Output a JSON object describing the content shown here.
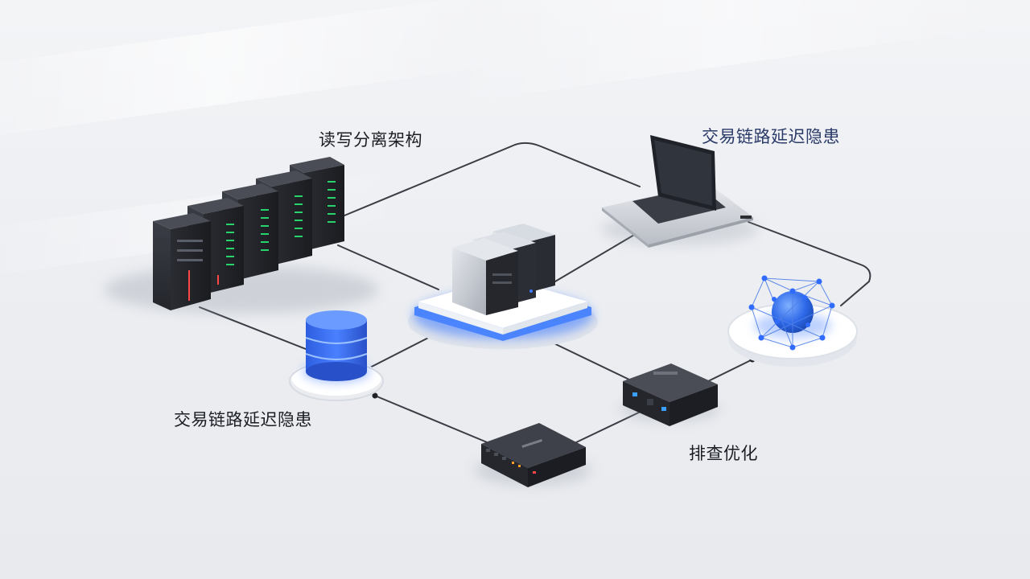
{
  "labels": {
    "server_rack": "读写分离架构",
    "laptop": "交易链路延迟隐患",
    "database": "交易链路延迟隐患",
    "switch": "排查优化"
  },
  "colors": {
    "accent_blue": "#2f6bff",
    "glow_blue": "#5a8cff",
    "device_dark": "#2b2e35",
    "led_green": "#27d36b",
    "led_red": "#ff4747"
  },
  "icons": [
    "server-rack-icon",
    "laptop-icon",
    "database-icon",
    "central-server-icon",
    "globe-network-icon",
    "switch-icon",
    "router-icon"
  ]
}
